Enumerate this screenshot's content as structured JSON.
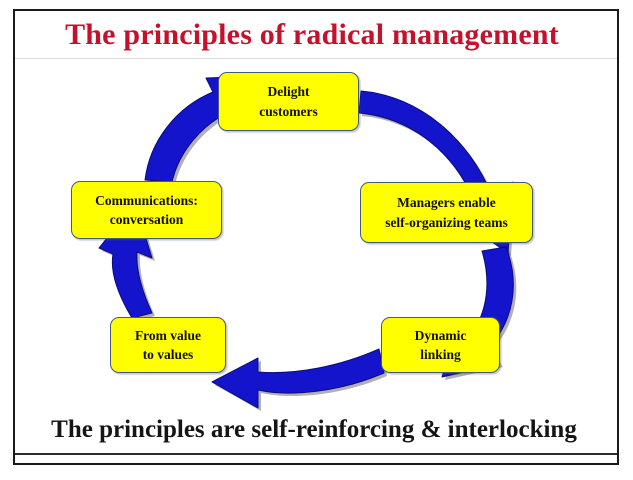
{
  "slide": {
    "title": "The principles of radical management",
    "footer": "The principles are self-reinforcing & interlocking",
    "title_color": "#c4122c",
    "footer_color": "#151515",
    "frame_color": "#1a1a1a",
    "background": "#ffffff"
  },
  "diagram": {
    "type": "cycle",
    "direction": "clockwise",
    "node_fill": "#ffff00",
    "node_border": "#46597f",
    "arrow_color": "#1414cc",
    "nodes": [
      {
        "id": "delight",
        "line1": "Delight",
        "line2": "customers"
      },
      {
        "id": "managers",
        "line1": "Managers enable",
        "line2": "self-organizing teams"
      },
      {
        "id": "dynamic",
        "line1": "Dynamic",
        "line2": "linking"
      },
      {
        "id": "values",
        "line1": "From value",
        "line2": "to values"
      },
      {
        "id": "comms",
        "line1": "Communications:",
        "line2": "conversation"
      }
    ],
    "arrows": [
      {
        "id": "arrow-delight-to-managers",
        "from": "delight",
        "to": "managers",
        "label": "curved-arrow-right-down"
      },
      {
        "id": "arrow-managers-to-dynamic",
        "from": "managers",
        "to": "dynamic",
        "label": "curved-arrow-down-left"
      },
      {
        "id": "arrow-dynamic-to-values",
        "from": "dynamic",
        "to": "values",
        "label": "curved-arrow-left"
      },
      {
        "id": "arrow-values-to-comms",
        "from": "values",
        "to": "comms",
        "label": "curved-arrow-up-left"
      },
      {
        "id": "arrow-comms-to-delight",
        "from": "comms",
        "to": "delight",
        "label": "curved-arrow-up-right"
      }
    ]
  }
}
